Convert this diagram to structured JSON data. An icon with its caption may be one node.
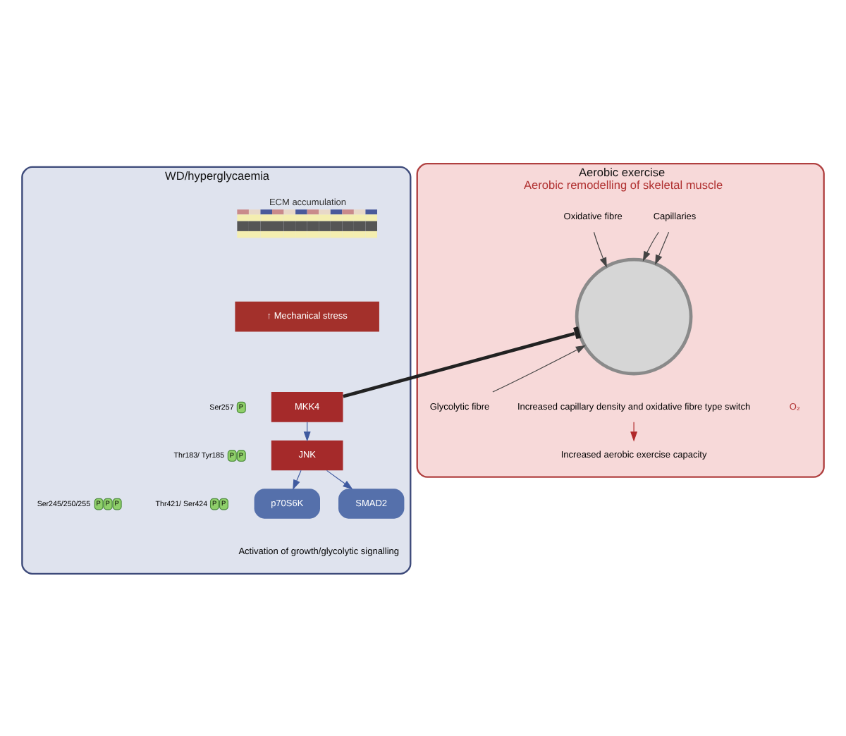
{
  "diagram": {
    "nodes": [
      {
        "text": [
          "WD/hyperglycaemia"
        ]
      },
      {
        "text": [
          "ECM accumulation"
        ],
        "in": 0
      },
      {
        "text": [
          "↑ Mechanical stress"
        ],
        "in": 0
      },
      {
        "text": [
          "MKK4"
        ],
        "in": 0,
        "beside": [
          "Ser257",
          "P"
        ]
      },
      {
        "text": [
          "JNK"
        ],
        "in": 0,
        "beside": [
          "Thr183/ Tyr185",
          "P",
          "P"
        ]
      },
      {
        "text": [
          "p70S6K"
        ],
        "in": 0,
        "beside": [
          "Thr421/ Ser424",
          "P",
          "P"
        ]
      },
      {
        "text": [
          "SMAD2"
        ],
        "in": 0,
        "beside": [
          "Ser245/250/255",
          "P",
          "P",
          "P"
        ]
      },
      {
        "text": [
          "Aerobic exercise",
          "Aerobic remodelling of skeletal muscle"
        ]
      },
      {
        "text": [],
        "shape": "circle",
        "in": 7
      },
      {
        "text": [
          "Capillaries"
        ],
        "in": 7
      },
      {
        "text": [
          "Oxidative fibre"
        ],
        "in": 7
      },
      {
        "text": [
          "Glycolytic fibre"
        ],
        "in": 7
      },
      {
        "text": [
          "Increased capillary density and oxidative fibre type switch"
        ],
        "in": 7
      },
      {
        "text": [
          "Increased aerobic exercise capacity"
        ],
        "in": 7
      }
    ],
    "edges": [
      {
        "from": 3,
        "to": 4,
        "arrow": "to",
        "color": "#3f5aa0"
      },
      {
        "from": 4,
        "to": 5,
        "arrow": "to",
        "color": "#3f5aa0"
      },
      {
        "from": 4,
        "to": 6,
        "arrow": "to",
        "color": "#3f5aa0"
      },
      {
        "from": 3,
        "to": 8,
        "arrow": "other",
        "style": "thick",
        "color": "#222222"
      },
      {
        "from": 9,
        "to": 8,
        "arrow": "to",
        "color": "#444444"
      },
      {
        "from": 9,
        "to": 8,
        "arrow": "to",
        "color": "#444444"
      },
      {
        "from": 10,
        "to": 8,
        "arrow": "to",
        "color": "#444444"
      },
      {
        "from": 11,
        "to": 8,
        "arrow": "to",
        "color": "#444444"
      },
      {
        "from": 12,
        "to": 13,
        "arrow": "to",
        "color": "#b0282a"
      }
    ],
    "labels": [
      "Activation of growth/glycolytic signalling",
      "O₂"
    ]
  }
}
